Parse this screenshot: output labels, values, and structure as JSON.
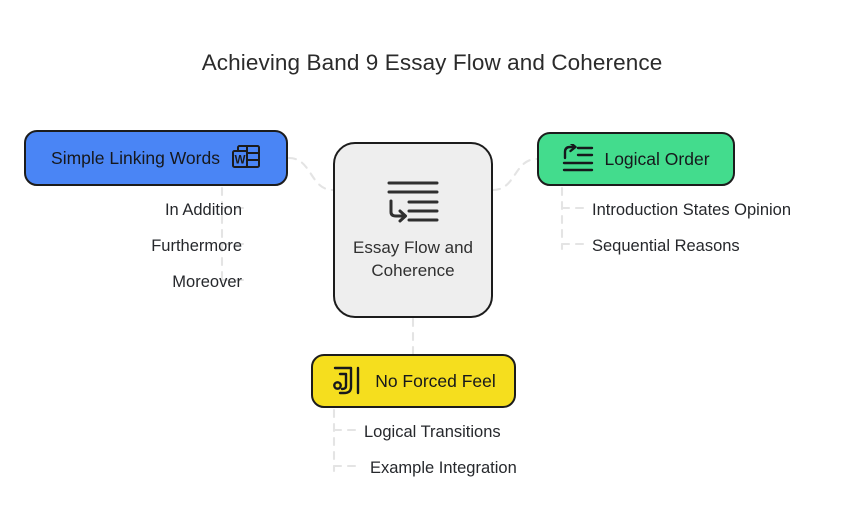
{
  "title": "Achieving Band 9 Essay Flow and Coherence",
  "center": {
    "label": "Essay Flow and Coherence",
    "icon": "text-wrap-indent-icon",
    "color": "#eeeeee",
    "border_color": "#1c1c1c"
  },
  "branches": [
    {
      "id": "linking",
      "label": "Simple Linking Words",
      "icon": "word-document-icon",
      "color": "#4a85f5",
      "position": "left",
      "children": [
        {
          "label": "In Addition"
        },
        {
          "label": "Furthermore"
        },
        {
          "label": "Moreover"
        }
      ]
    },
    {
      "id": "order",
      "label": "Logical Order",
      "icon": "reorder-arrow-list-icon",
      "color": "#43dc8d",
      "position": "right",
      "children": [
        {
          "label": "Introduction States Opinion"
        },
        {
          "label": "Sequential Reasons"
        }
      ]
    },
    {
      "id": "forced",
      "label": "No Forced Feel",
      "icon": "abstract-glyph-icon",
      "color": "#f5de1e",
      "position": "bottom",
      "children": [
        {
          "label": "Logical Transitions"
        },
        {
          "label": "Example Integration"
        }
      ]
    }
  ],
  "connector": {
    "color": "#e3e3e3",
    "style": "dashed"
  }
}
